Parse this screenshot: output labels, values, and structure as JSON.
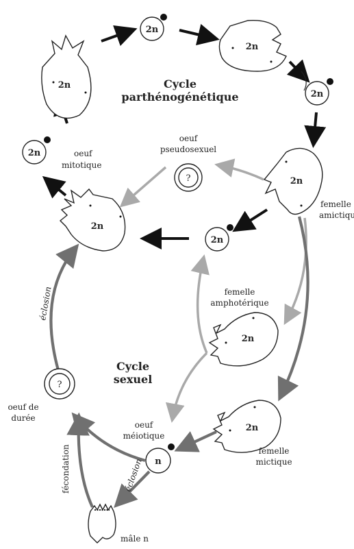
{
  "title": "Cycle parthénogénétique",
  "cycles": {
    "parthenogenetic": {
      "line1": "Cycle",
      "line2": "parthénogénétique"
    },
    "sexual": {
      "line1": "Cycle",
      "line2": "sexuel"
    }
  },
  "labels": {
    "ploidy_2n": "2n",
    "ploidy_n": "n",
    "unknown_mark": "?",
    "oeuf_mitotique": [
      "oeuf",
      "mitotique"
    ],
    "oeuf_pseudosexuel": [
      "oeuf",
      "pseudosexuel"
    ],
    "femelle_amictique": [
      "femelle",
      "amictique"
    ],
    "femelle_amphoterique": [
      "femelle",
      "amphotérique"
    ],
    "femelle_mictique": [
      "femelle",
      "mictique"
    ],
    "oeuf_meiotique": [
      "oeuf",
      "méiotique"
    ],
    "oeuf_de_duree": [
      "oeuf de",
      "durée"
    ],
    "male": "mâle n",
    "eclosion": "éclosion",
    "fecondation": "fécondation"
  },
  "colors": {
    "arrow_black": "#111111",
    "arrow_light_gray": "#a9a9a9",
    "arrow_dark_gray": "#707070"
  }
}
